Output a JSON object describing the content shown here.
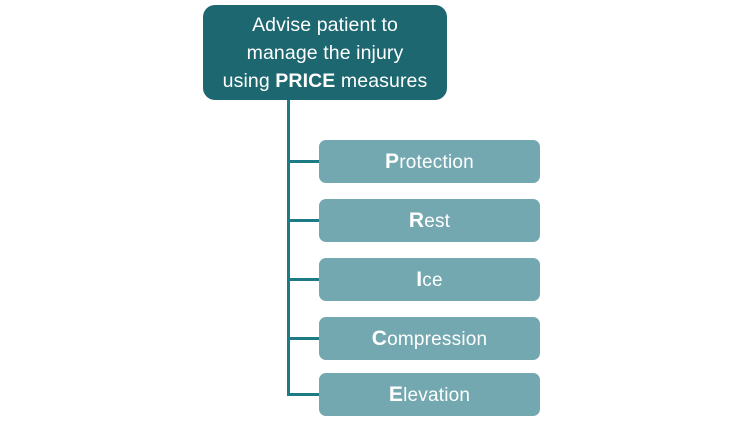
{
  "diagram": {
    "type": "hierarchy-tree",
    "background_color": "#ffffff",
    "root": {
      "lines": [
        "Advise patient to",
        "manage the injury",
        "using PRICE measures"
      ],
      "emphasis_word": "PRICE",
      "text_before_emphasis": "using ",
      "text_after_emphasis": " measures",
      "fill_color": "#1d6770",
      "text_color": "#ffffff"
    },
    "connector_color": "#1d7b85",
    "children_fill_color": "#73a8b0",
    "children_text_color": "#ffffff",
    "children": [
      {
        "initial": "P",
        "rest": "rotection",
        "label": "Protection"
      },
      {
        "initial": "R",
        "rest": "est",
        "label": "Rest"
      },
      {
        "initial": "I",
        "rest": "ce",
        "label": "Ice"
      },
      {
        "initial": "C",
        "rest": "ompression",
        "label": "Compression"
      },
      {
        "initial": "E",
        "rest": "levation",
        "label": "Elevation"
      }
    ]
  }
}
